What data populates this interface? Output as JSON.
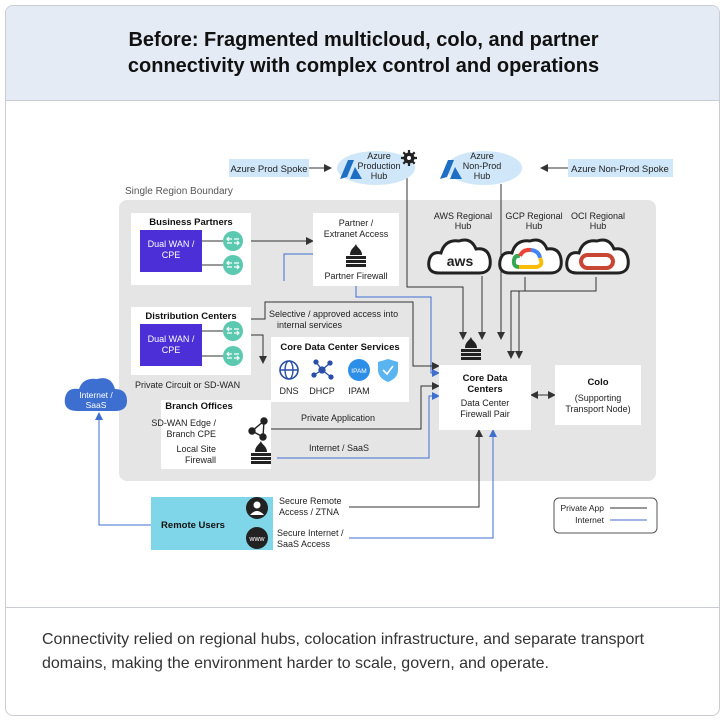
{
  "header": {
    "title": "Before: Fragmented multicloud, colo, and partner connectivity with complex control and operations"
  },
  "caption": "Connectivity relied on regional hubs, colocation infrastructure, and separate transport domains, making the environment harder to scale, govern, and operate.",
  "diagram": {
    "region_label": "Single Region Boundary",
    "azure": {
      "prod_spoke": "Azure Prod Spoke",
      "prod_hub": [
        "Azure",
        "Production",
        "Hub"
      ],
      "nonprod_hub": [
        "Azure",
        "Non-Prod",
        "Hub"
      ],
      "nonprod_spoke": "Azure Non-Prod Spoke"
    },
    "clouds": {
      "aws_hub": [
        "AWS Regional",
        "Hub"
      ],
      "aws_logo": "aws",
      "gcp_hub": [
        "GCP Regional",
        "Hub"
      ],
      "oci_hub": [
        "OCI Regional",
        "Hub"
      ]
    },
    "partners": {
      "title": "Business Partners",
      "cpe": [
        "Dual WAN /",
        "CPE"
      ]
    },
    "extranet": {
      "title": [
        "Partner /",
        "Extranet Access"
      ],
      "firewall": "Partner Firewall"
    },
    "distribution": {
      "title": "Distribution Centers",
      "cpe": [
        "Dual WAN /",
        "CPE"
      ]
    },
    "selective_access": [
      "Selective / approved access into",
      "internal services"
    ],
    "core_services": {
      "title": "Core Data Center Services",
      "dns": "DNS",
      "dhcp": "DHCP",
      "ipam": "IPAM",
      "ipam_badge": "IPAM"
    },
    "private_circuit": "Private Circuit or SD-WAN",
    "branch": {
      "title": "Branch Offices",
      "edge": [
        "SD-WAN Edge /",
        "Branch CPE"
      ],
      "firewall": [
        "Local Site",
        "Firewall"
      ]
    },
    "private_application": "Private Application",
    "internet_saas_link": "Internet / SaaS",
    "internet_cloud": [
      "Internet /",
      "SaaS"
    ],
    "core_dc": {
      "title": [
        "Core Data",
        "Centers"
      ],
      "sub": [
        "Data Center",
        "Firewall Pair"
      ]
    },
    "colo": {
      "title": "Colo",
      "sub": [
        "(Supporting",
        "Transport Node)"
      ]
    },
    "remote_users": "Remote Users",
    "remote_access": [
      "Secure Remote",
      "Access / ZTNA"
    ],
    "secure_internet": [
      "Secure Internet /",
      "SaaS Access"
    ],
    "www_badge": "www",
    "legend": {
      "private_app": "Private App",
      "internet": "Internet"
    },
    "colors": {
      "private": "#333333",
      "internet": "#3d6fd1",
      "cpe": "#4c2fd6",
      "router": "#5bc9b0",
      "remote": "#7fd6e8",
      "azure_hub": "#cfe7f8",
      "region": "#e5e5e5"
    }
  }
}
